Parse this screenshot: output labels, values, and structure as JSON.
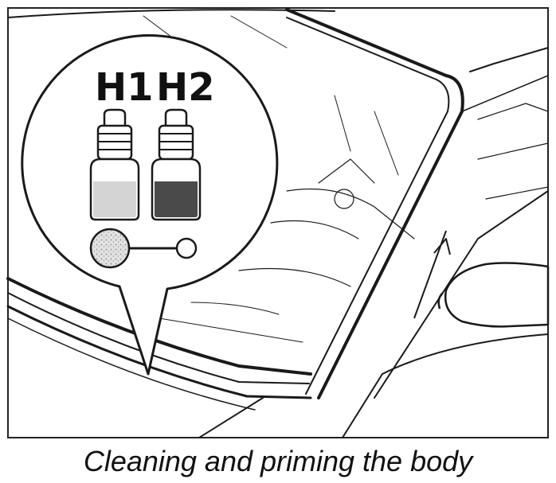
{
  "caption": "Cleaning and priming the body",
  "bottles": [
    {
      "label": "H1",
      "fill_color": "#d4d4d4"
    },
    {
      "label": "H2",
      "fill_color": "#4a4a4a"
    }
  ],
  "icons": {
    "applicator": "applicator-swab-icon",
    "hand": "hand-icon"
  }
}
